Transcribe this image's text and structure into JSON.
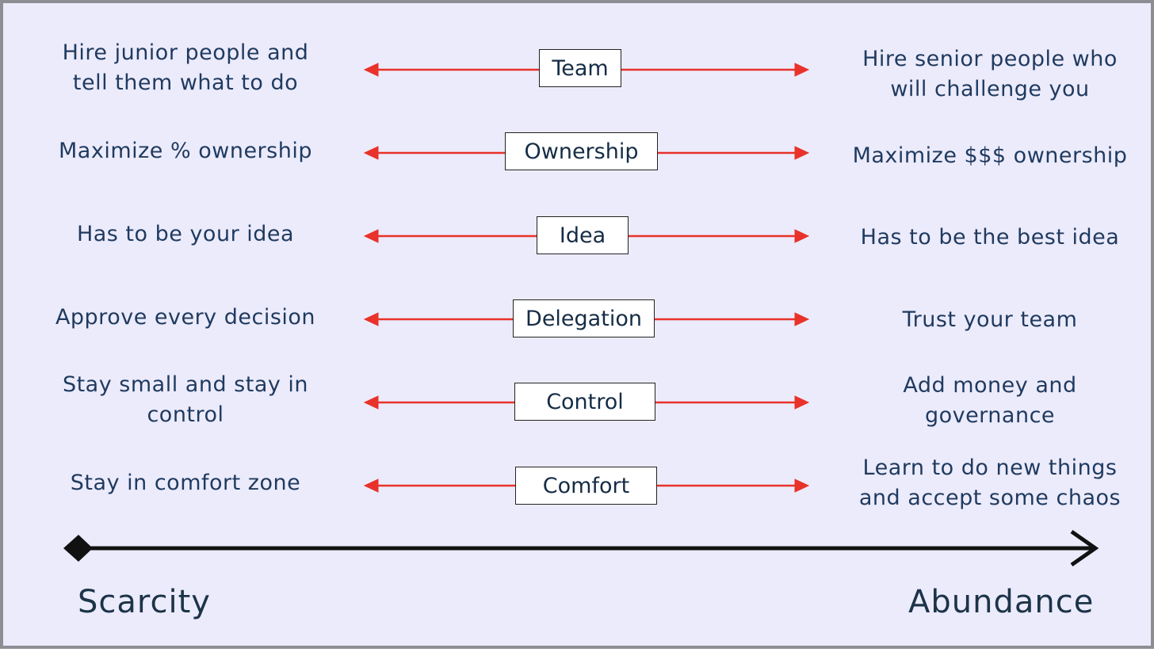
{
  "colors": {
    "background": "#ecebfb",
    "arrow_red": "#e8322a",
    "text_navy": "#1f3a5f",
    "axis_black": "#111111"
  },
  "rows": [
    {
      "left": "Hire junior people and\ntell them what to do",
      "center": "Team",
      "right": "Hire senior people who\nwill challenge you"
    },
    {
      "left": "Maximize % ownership",
      "center": "Ownership",
      "right": "Maximize $$$ ownership"
    },
    {
      "left": "Has to be your idea",
      "center": "Idea",
      "right": "Has to be the best idea"
    },
    {
      "left": "Approve every decision",
      "center": "Delegation",
      "right": "Trust your team"
    },
    {
      "left": "Stay small and stay in\ncontrol",
      "center": "Control",
      "right": "Add money and\ngovernance"
    },
    {
      "left": "Stay in comfort zone",
      "center": "Comfort",
      "right": "Learn to do new things\nand accept some chaos"
    }
  ],
  "axis": {
    "left_label": "Scarcity",
    "right_label": "Abundance"
  }
}
